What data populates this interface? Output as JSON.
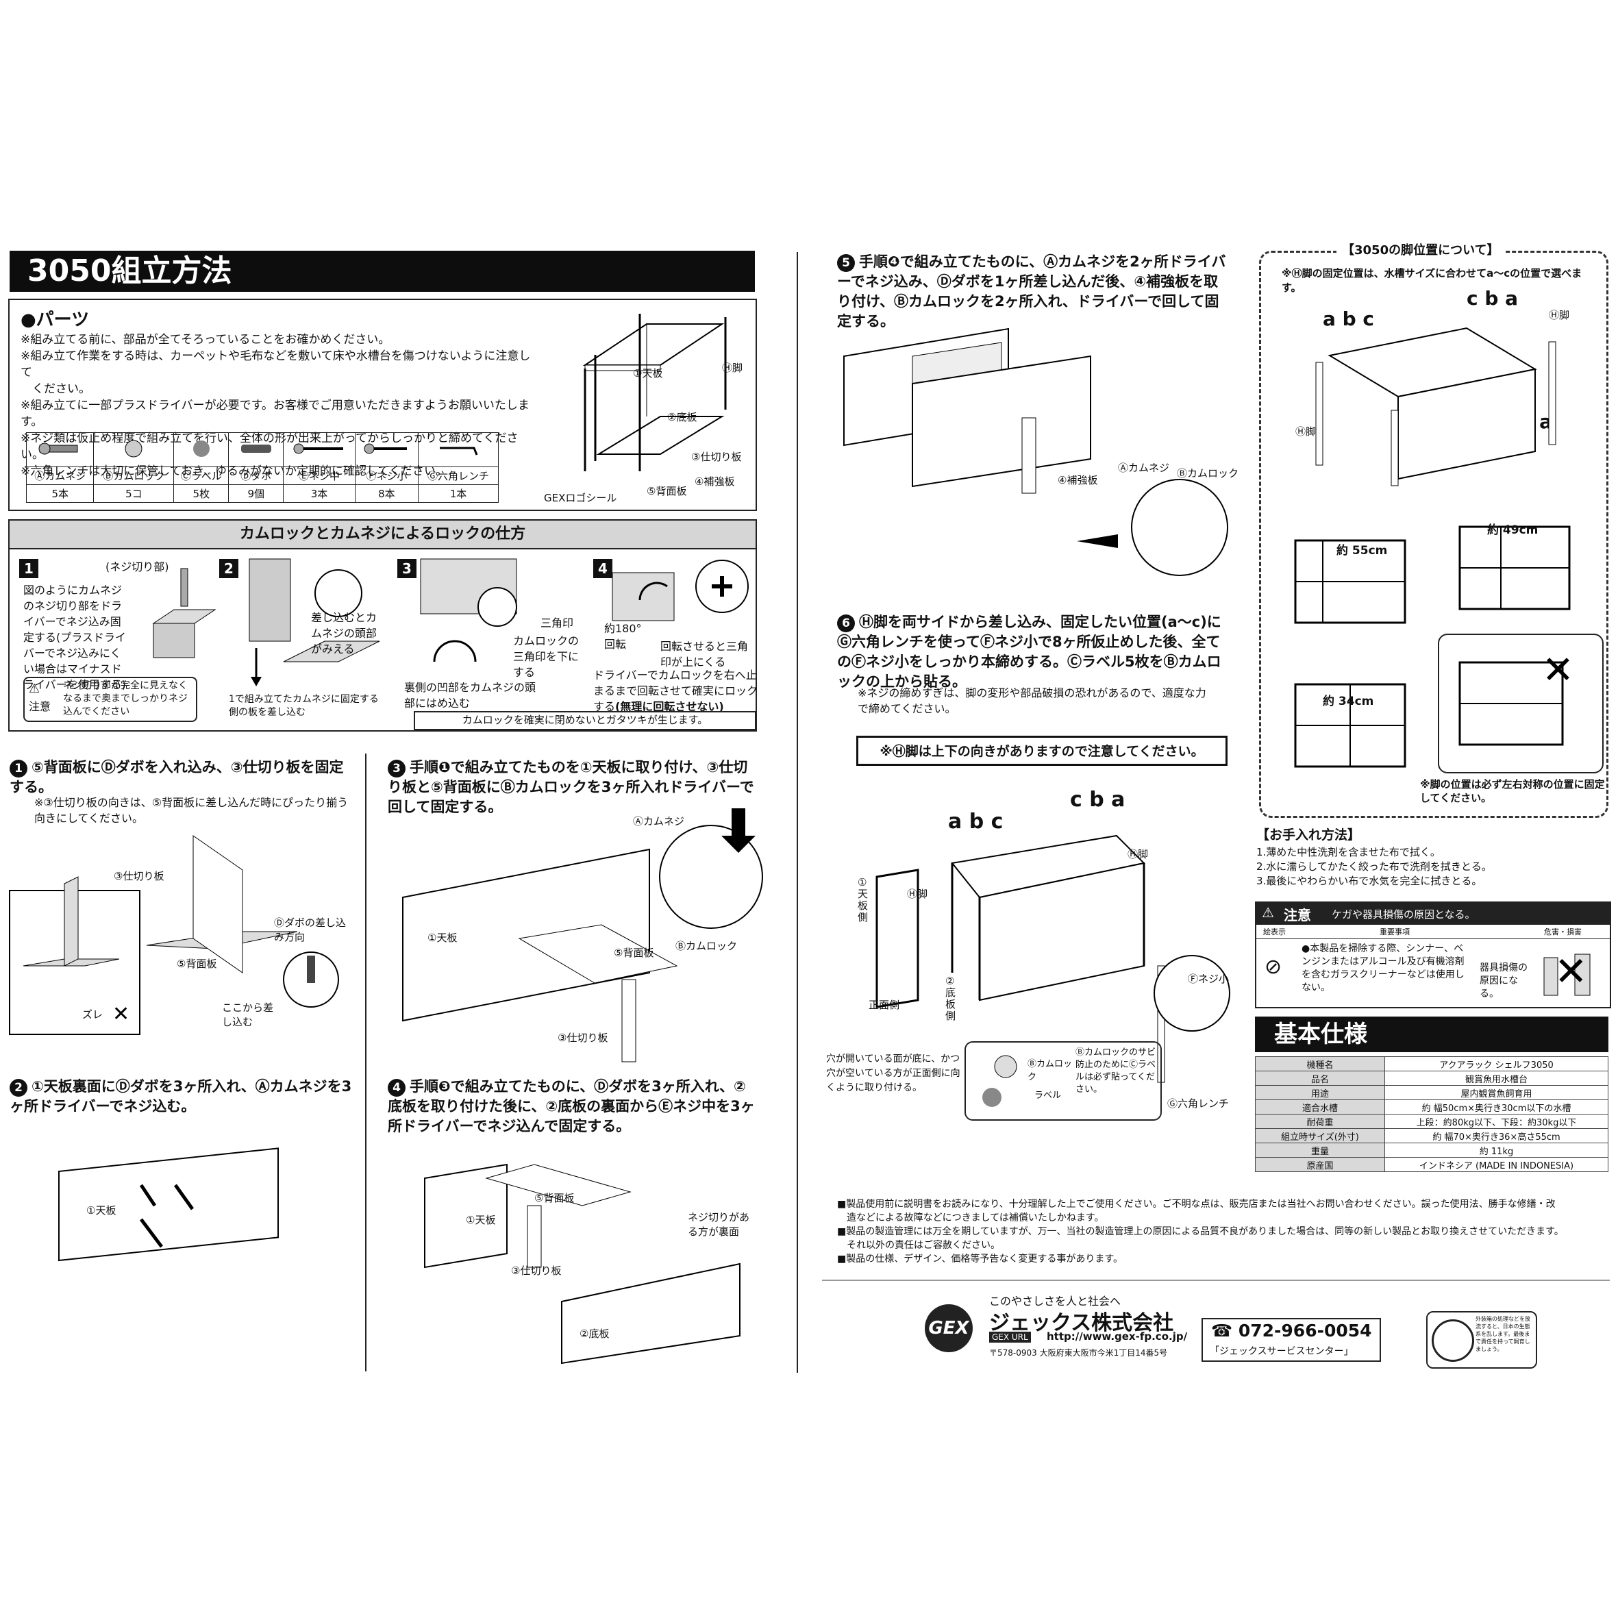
{
  "title": "3050組立方法",
  "parts": {
    "heading": "●パーツ",
    "notes": [
      "※組み立てる前に、部品が全てそろっていることをお確かめください。",
      "※組み立て作業をする時は、カーペットや毛布などを敷いて床や水槽台を傷つけないように注意して",
      "　ください。",
      "※組み立てに一部プラスドライバーが必要です。お客様でご用意いただきますようお願いいたします。",
      "※ネジ類は仮止め程度で組み立てを行い、全体の形が出来上がってからしっかりと締めてください。",
      "※六角レンチは大切に保管しておき、ゆるみがないか定期的に確認してください。"
    ],
    "items": [
      {
        "name": "Ⓐカムネジ",
        "qty": "5本"
      },
      {
        "name": "Ⓑカムロック",
        "qty": "5コ"
      },
      {
        "name": "Ⓒラベル",
        "qty": "5枚"
      },
      {
        "name": "Ⓓダボ",
        "qty": "9個"
      },
      {
        "name": "Ⓔネジ中",
        "qty": "3本"
      },
      {
        "name": "Ⓕネジ小",
        "qty": "8本"
      },
      {
        "name": "Ⓖ六角レンチ",
        "qty": "1本"
      }
    ],
    "diagram_labels": [
      "①天板",
      "Ⓗ脚",
      "②底板",
      "③仕切り板",
      "④補強板",
      "⑤背面板",
      "GEXロゴシール"
    ]
  },
  "lock": {
    "heading": "カムロックとカムネジによるロックの仕方",
    "s1": {
      "num": "1",
      "label": "(ネジ切り部)",
      "text": "図のようにカムネジのネジ切り部をドライバーでネジ込み固定する(プラスドライバーでネジ込みにくい場合はマイナスドライバーを使用する)",
      "caution_label": "注意",
      "caution": "ネジ切り部が完全に見えなくなるまで奥までしっかりネジ込んでください"
    },
    "s2": {
      "num": "2",
      "text": "差し込むとカムネジの頭部がみえる",
      "caption": "1で組み立てたカムネジに固定する側の板を差し込む"
    },
    "s3": {
      "num": "3",
      "mark": "三角印",
      "text1": "カムロックの三角印を下にする",
      "text2": "裏側の凹部をカムネジの頭部にはめ込む"
    },
    "s4": {
      "num": "4",
      "rot": "約180°回転",
      "text1": "回転させると三角印が上にくる",
      "text2": "ドライバーでカムロックを右へ止まるまで回転させて確実にロックする",
      "text2b": "(無理に回転させない)"
    },
    "warning": "カムロックを確実に閉めないとガタツキが生じます。"
  },
  "steps": {
    "s1": {
      "num": "1",
      "text": "⑤背面板にⒹダボを入れ込み、③仕切り板を固定する。",
      "note": "※③仕切り板の向きは、⑤背面板に差し込んだ時にぴったり揃う向きにしてください。",
      "labels": [
        "③仕切り板",
        "Ⓓダボの差し込み方向",
        "⑤背面板",
        "ズレ",
        "ここから差し込む"
      ]
    },
    "s2": {
      "num": "2",
      "text": "①天板裏面にⒹダボを3ヶ所入れ、Ⓐカムネジを3ヶ所ドライバーでネジ込む。",
      "labels": [
        "①天板"
      ]
    },
    "s3": {
      "num": "3",
      "text": "手順❶で組み立てたものを①天板に取り付け、③仕切り板と⑤背面板にⒷカムロックを3ヶ所入れドライバーで回して固定する。",
      "labels": [
        "Ⓐカムネジ",
        "①天板",
        "⑤背面板",
        "Ⓑカムロック",
        "③仕切り板"
      ]
    },
    "s4": {
      "num": "4",
      "text": "手順❸で組み立てたものに、Ⓓダボを3ヶ所入れ、②底板を取り付けた後に、②底板の裏面からⒺネジ中を3ヶ所ドライバーでネジ込んで固定する。",
      "labels": [
        "⑤背面板",
        "①天板",
        "③仕切り板",
        "②底板",
        "ネジ切りがある方が裏面"
      ]
    },
    "s5": {
      "num": "5",
      "text": "手順❹で組み立てたものに、Ⓐカムネジを2ヶ所ドライバーでネジ込み、Ⓓダボを1ヶ所差し込んだ後、④補強板を取り付け、Ⓑカムロックを2ヶ所入れ、ドライバーで回して固定する。",
      "labels": [
        "④補強板",
        "Ⓐカムネジ",
        "Ⓑカムロック"
      ]
    },
    "s6": {
      "num": "6",
      "text": "Ⓗ脚を両サイドから差し込み、固定したい位置(a〜c)にⒼ六角レンチを使ってⒻネジ小で8ヶ所仮止めした後、全てのⒻネジ小をしっかり本締めする。Ⓒラベル5枚をⒷカムロックの上から貼る。",
      "note": "※ネジの締めすぎは、脚の変形や部品破損の恐れがあるので、適度な力で締めてください。",
      "labels": [
        "①天板側",
        "Ⓗ脚",
        "Ⓗ脚",
        "正面側",
        "②底板側",
        "Ⓕネジ小",
        "Ⓖ六角レンチ",
        "Ⓑカムロック",
        "ラベル",
        "Ⓑカムロックのサビ防止のためにⒸラベルは必ず貼ってください。",
        "穴が開いている面が底に、かつ穴が空いている方が正面側に向くように取り付ける。"
      ]
    },
    "legs_warning": "※Ⓗ脚は上下の向きがありますので注意してください。"
  },
  "legpos": {
    "heading": "【3050の脚位置について】",
    "note": "※Ⓗ脚の固定位置は、水槽サイズに合わせてa〜cの位置で選べます。",
    "letters_abc": "a b c",
    "letters_cba": "c b a",
    "leg": "Ⓗ脚",
    "widths": [
      "約 55cm",
      "約 49cm",
      "約 34cm"
    ],
    "footer": "※脚の位置は必ず左右対称の位置に固定してください。"
  },
  "care": {
    "heading": "【お手入れ方法】",
    "items": [
      "1.薄めた中性洗剤を含ませた布で拭く。",
      "2.水に濡らしてかたく絞った布で洗剤を拭きとる。",
      "3.最後にやわらかい布で水気を完全に拭きとる。"
    ],
    "caution_title": "注意",
    "caution_sub": "ケガや器具損傷の原因となる。",
    "cols": [
      "絵表示",
      "重要事項",
      "危害・損害"
    ],
    "body": "●本製品を掃除する際、シンナー、ベンジンまたはアルコール及び有機溶剤を含むガラスクリーナーなどは使用しない。",
    "harm": "器具損傷の原因になる。"
  },
  "spec": {
    "heading": "基本仕様",
    "rows": [
      {
        "k": "機種名",
        "v": "アクアラック シェルフ3050"
      },
      {
        "k": "品名",
        "v": "観賞魚用水槽台"
      },
      {
        "k": "用途",
        "v": "屋内観賞魚飼育用"
      },
      {
        "k": "適合水槽",
        "v": "約 幅50cm×奥行き30cm以下の水槽"
      },
      {
        "k": "耐荷重",
        "v": "上段：約80kg以下、下段：約30kg以下"
      },
      {
        "k": "組立時サイズ(外寸)",
        "v": "約 幅70×奥行き36×高さ55cm"
      },
      {
        "k": "重量",
        "v": "約 11kg"
      },
      {
        "k": "原産国",
        "v": "インドネシア (MADE IN INDONESIA)"
      }
    ]
  },
  "disclaimer": [
    "■製品使用前に説明書をお読みになり、十分理解した上でご使用ください。ご不明な点は、販売店または当社へお問い合わせください。誤った使用法、勝手な修繕・改",
    "　造などによる故障などにつきましては補償いたしかねます。",
    "■製品の製造管理には万全を期していますが、万一、当社の製造管理上の原因による品質不良がありました場合は、同等の新しい製品とお取り換えさせていただきます。",
    "　それ以外の責任はご容赦ください。",
    "■製品の仕様、デザイン、価格等予告なく変更する事があります。"
  ],
  "company": {
    "tagline": "このやさしさを人と社会へ",
    "name": "ジェックス株式会社",
    "url_label": "GEX URL",
    "url": "http://www.gex-fp.co.jp/",
    "address": "〒578-0903 大阪府東大阪市今米1丁目14番5号",
    "phone": "☎ 072-966-0054",
    "service": "「ジェックスサービスセンター」",
    "logo": "GEX",
    "eco": "外装箱の処理などを放流すると、日本の生態系を乱します。最後まで責任を持って飼育しましょう。"
  },
  "colors": {
    "bar": "#0d0d0d",
    "grey": "#d6d6d6"
  }
}
